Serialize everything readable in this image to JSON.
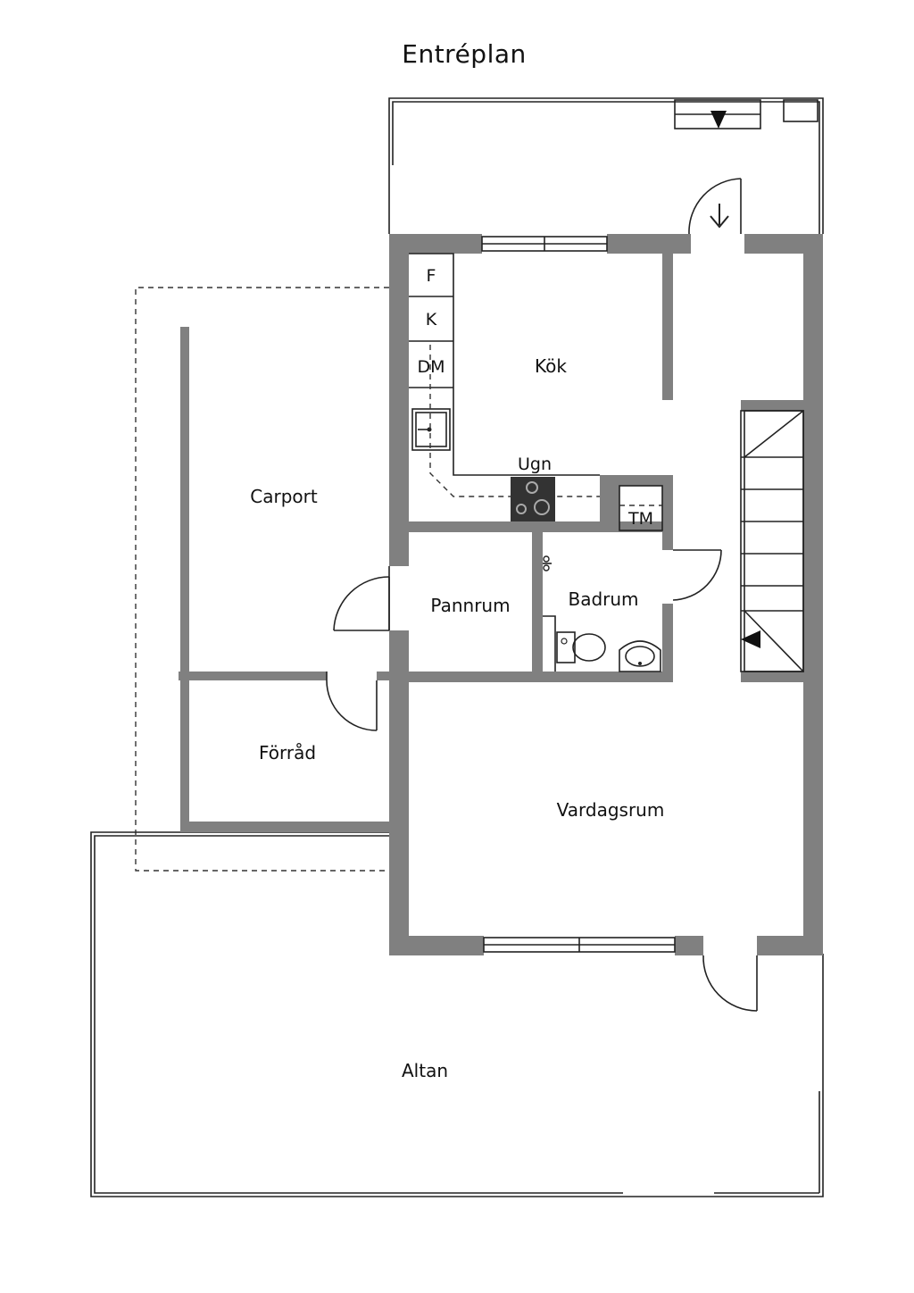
{
  "title": "Entréplan",
  "rooms": {
    "kitchen": "Kök",
    "carport": "Carport",
    "boiler_room": "Pannrum",
    "bathroom": "Badrum",
    "storage": "Förråd",
    "living_room": "Vardagsrum",
    "deck": "Altan"
  },
  "fixtures": {
    "fridge": "F",
    "freezer": "K",
    "dishwasher": "DM",
    "oven": "Ugn",
    "dryer": "TM"
  },
  "colors": {
    "wall": "#808080",
    "line": "#222222",
    "stove": "#333333",
    "background": "#ffffff"
  }
}
